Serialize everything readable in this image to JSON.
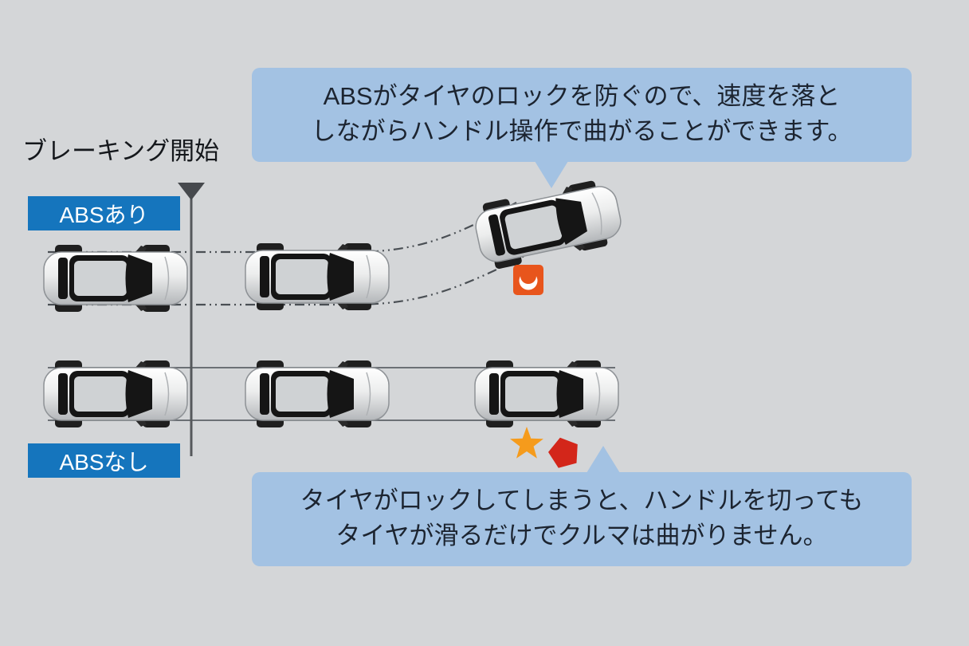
{
  "title": "ABS braking comparison diagram",
  "colors": {
    "background": "#d4d6d8",
    "bubble_bg": "#a3c2e3",
    "bubble_text": "#1c2430",
    "badge_bg": "#1575bd",
    "badge_text": "#ffffff",
    "guide_line": "#55585b",
    "accent_orange": "#e8551c",
    "burst_orange": "#f59b1c",
    "accent_red": "#d3261a"
  },
  "annotations": {
    "braking_start": "ブレーキング開始"
  },
  "rows": {
    "abs_on_label": "ABSあり",
    "abs_off_label": "ABSなし"
  },
  "bubbles": {
    "abs_on": {
      "line1": "ABSがタイヤのロックを防ぐので、速度を落と",
      "line2": "しながらハンドル操作で曲がることができます。"
    },
    "abs_off": {
      "line1": "タイヤがロックしてしまうと、ハンドルを切っても",
      "line2": "タイヤが滑るだけでクルマは曲がりません。"
    }
  },
  "icons": {
    "braking_start_marker": "down-triangle-marker",
    "skid_alert": "abs-pulse-icon",
    "impact_burst": "collision-burst-icon",
    "impact_block": "collision-pentagon-icon"
  }
}
